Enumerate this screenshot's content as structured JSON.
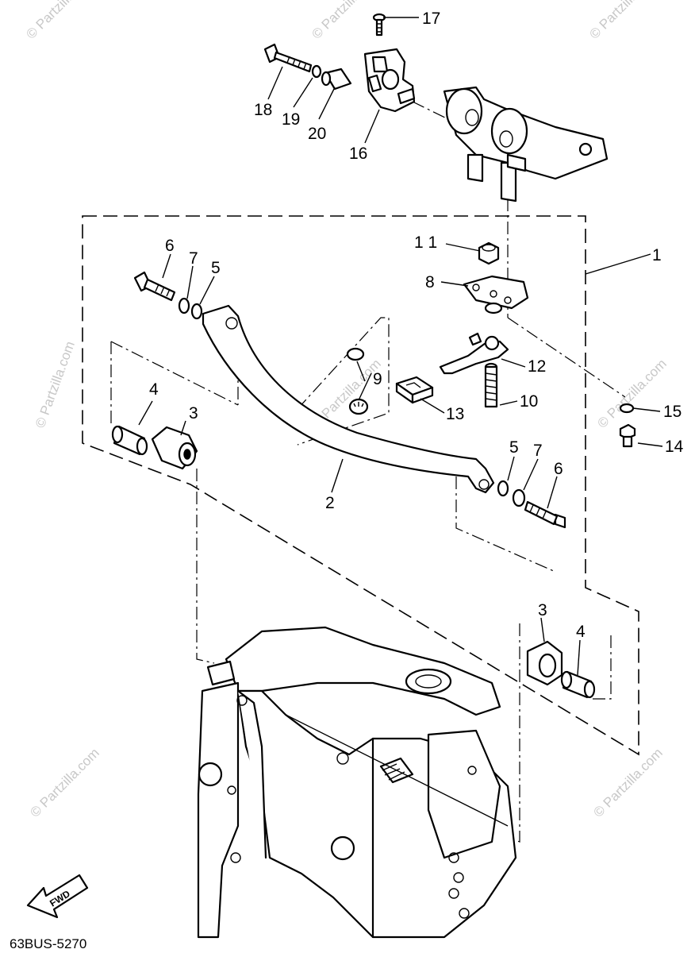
{
  "diagram": {
    "code": "63BUS-5270",
    "fwd_label": "FWD",
    "watermark_text": "© Partzilla.com",
    "callouts": {
      "c1": "1",
      "c2": "2",
      "c3a": "3",
      "c3b": "3",
      "c4a": "4",
      "c4b": "4",
      "c5a": "5",
      "c5b": "5",
      "c6a": "6",
      "c6b": "6",
      "c7a": "7",
      "c7b": "7",
      "c8": "8",
      "c9": "9",
      "c10": "10",
      "c11": "1 1",
      "c12": "12",
      "c13": "13",
      "c14": "14",
      "c15": "15",
      "c16": "16",
      "c17": "17",
      "c18": "18",
      "c19": "19",
      "c20": "20"
    }
  }
}
